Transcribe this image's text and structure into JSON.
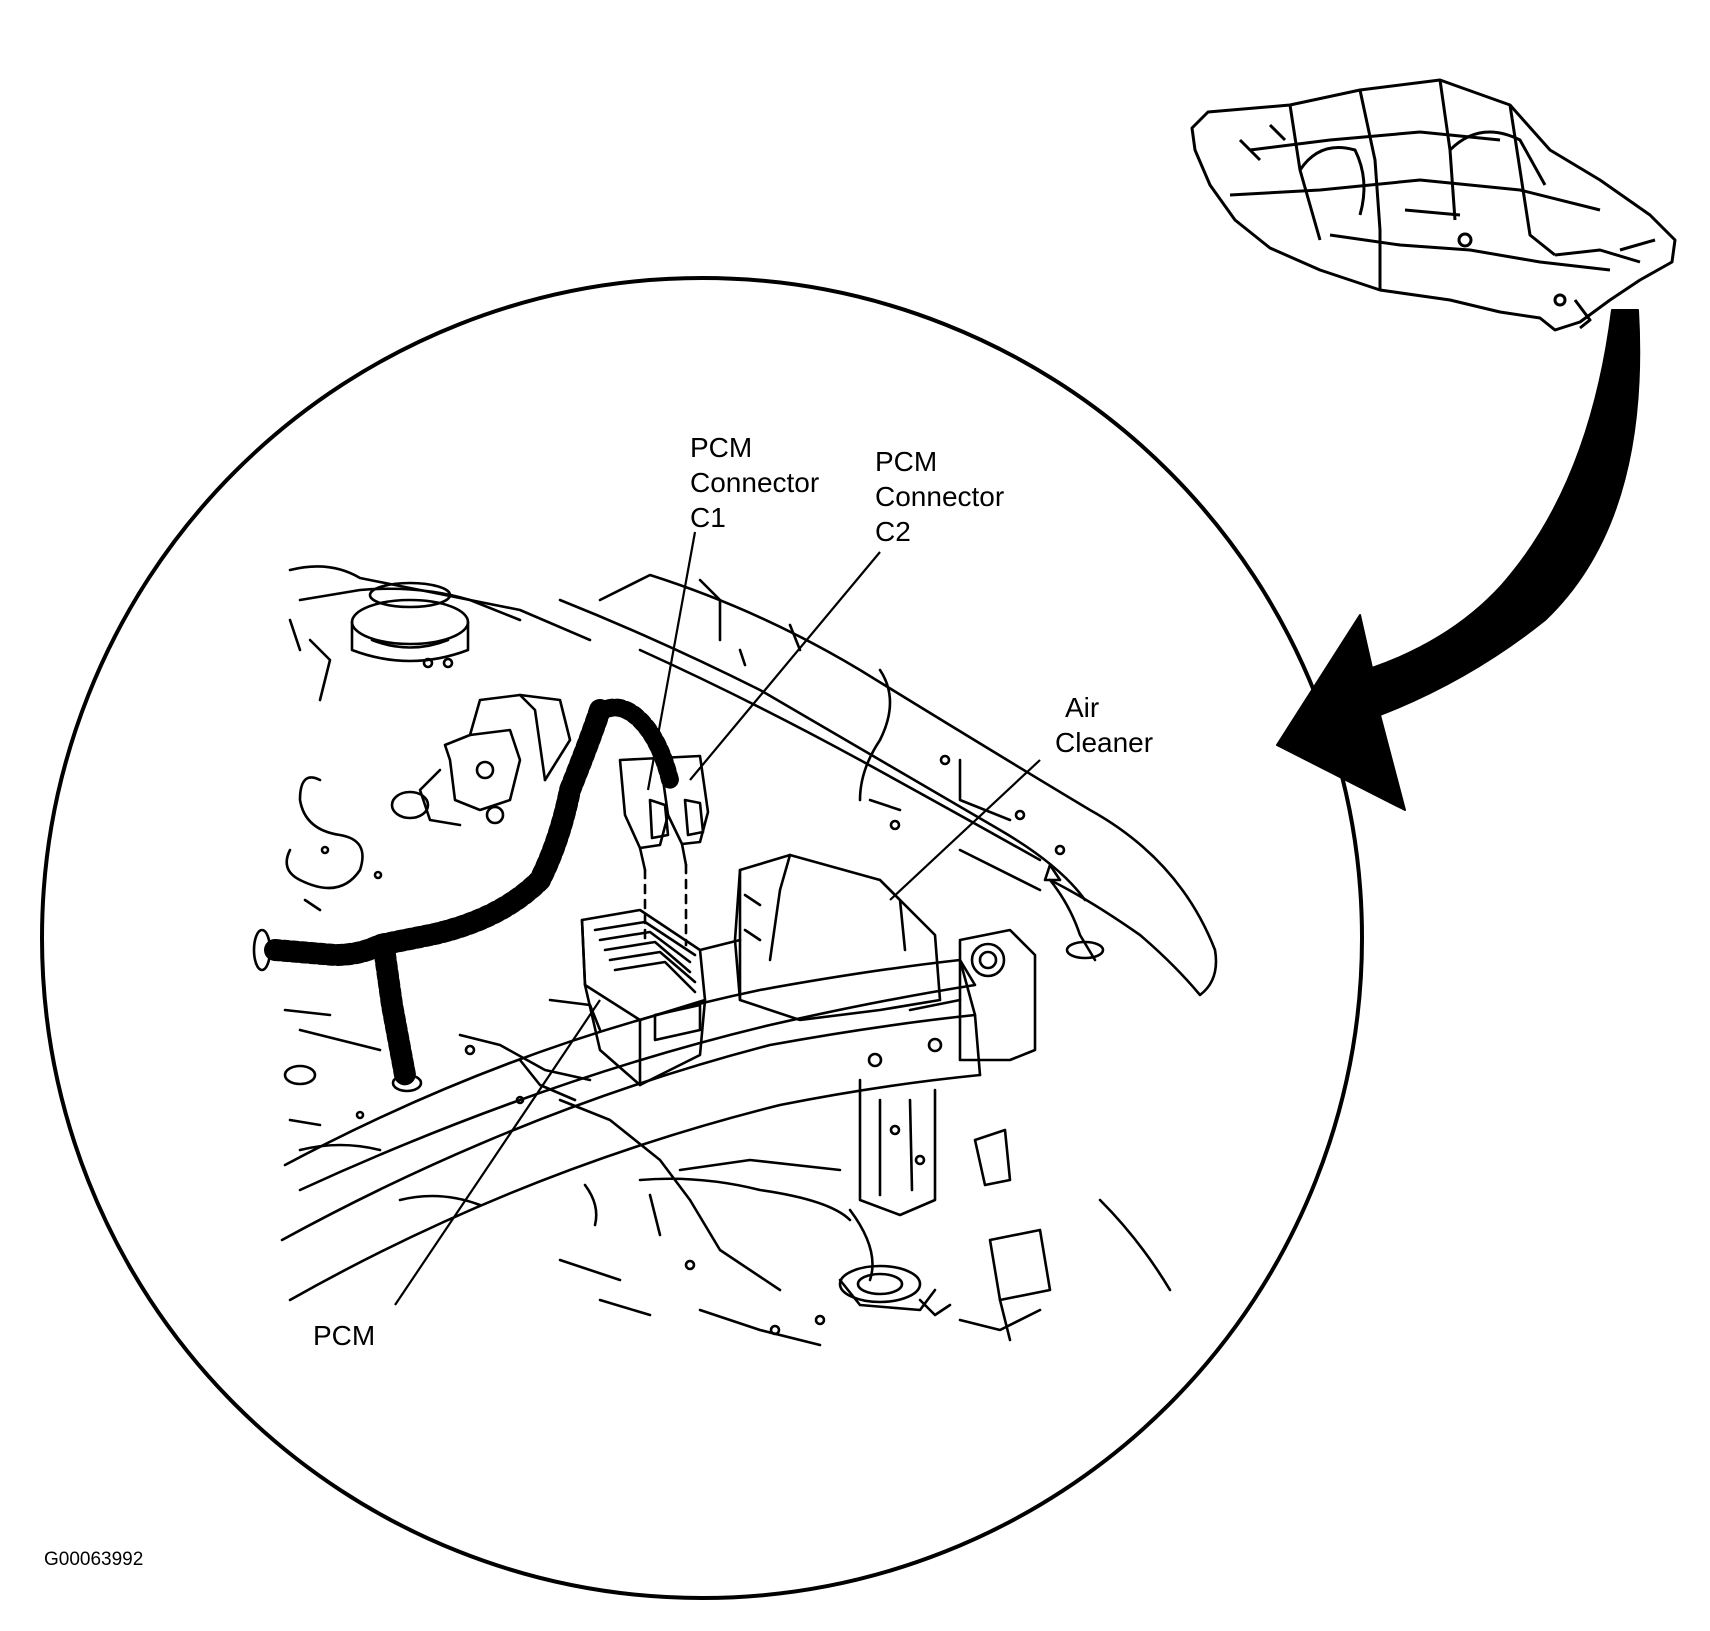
{
  "labels": {
    "pcm_connector_c1": [
      "PCM",
      "Connector",
      "C1"
    ],
    "pcm_connector_c2": [
      "PCM",
      "Connector",
      "C2"
    ],
    "air_cleaner": [
      "Air",
      "Cleaner"
    ],
    "pcm": "PCM"
  },
  "figure_id": "G00063992",
  "colors": {
    "ink": "#000000",
    "paper": "#ffffff"
  }
}
